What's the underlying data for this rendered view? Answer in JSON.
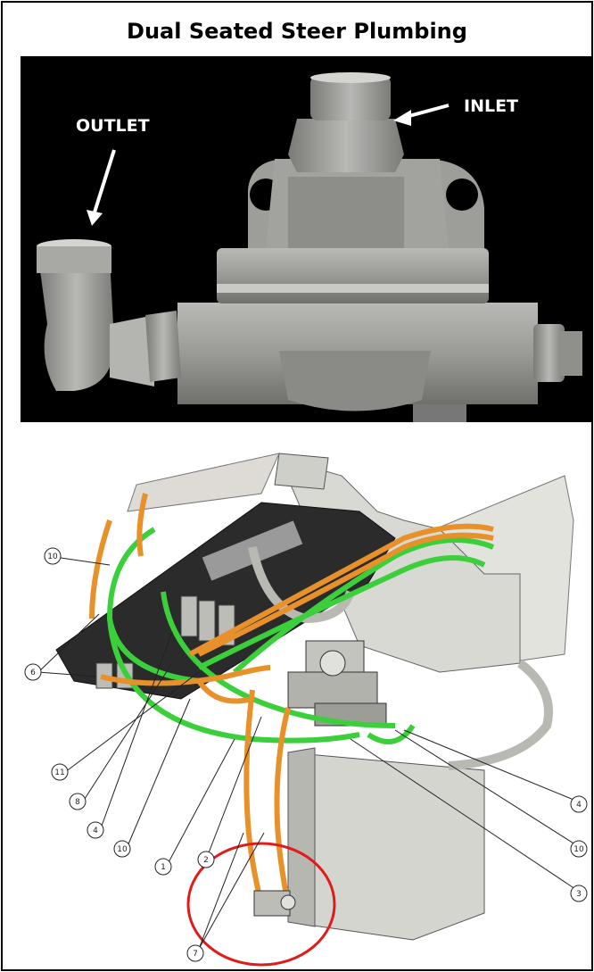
{
  "page": {
    "title": "Dual Seated Steer Plumbing"
  },
  "photo": {
    "outlet_label": "OUTLET",
    "inlet_label": "INLET"
  },
  "diagram": {
    "callouts": {
      "c10a": "10",
      "c6": "6",
      "c11": "11",
      "c8": "8",
      "c4a": "4",
      "c10b": "10",
      "c1": "1",
      "c2": "2",
      "c7": "7",
      "c4b": "4",
      "c10c": "10",
      "c3": "3"
    },
    "colors": {
      "hose_green": "#3ccf3c",
      "hose_orange": "#e8902a",
      "highlight_circle": "#e01b1b",
      "body_gray": "#c8c8c2"
    }
  }
}
